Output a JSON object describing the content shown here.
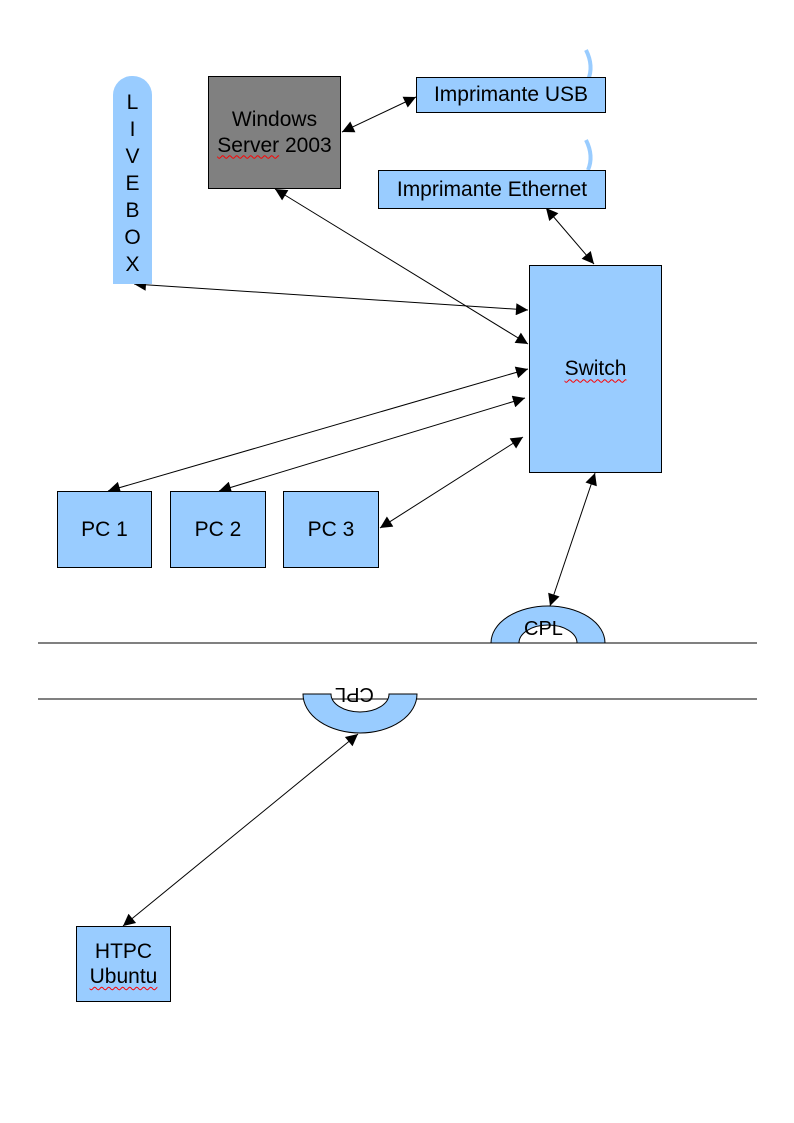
{
  "diagram": {
    "title": "",
    "nodes": {
      "livebox": {
        "label": "LIVEBOX",
        "shape": "rounded-vertical-bar",
        "color": "#99ccff"
      },
      "windows_server": {
        "line1": "Windows",
        "line2": "Server 2003",
        "color": "#808080"
      },
      "printer_usb": {
        "label": "Imprimante USB",
        "color": "#99ccff"
      },
      "printer_ethernet": {
        "label": "Imprimante Ethernet",
        "color": "#99ccff"
      },
      "switch": {
        "label": "Switch",
        "color": "#99ccff"
      },
      "pc1": {
        "label": "PC 1",
        "color": "#99ccff"
      },
      "pc2": {
        "label": "PC 2",
        "color": "#99ccff"
      },
      "pc3": {
        "label": "PC 3",
        "color": "#99ccff"
      },
      "cpl_top": {
        "label": "CPL",
        "color": "#99ccff"
      },
      "cpl_bottom": {
        "label": "CPL",
        "color": "#99ccff",
        "orientation": "upside-down"
      },
      "htpc": {
        "line1": "HTPC",
        "line2": "Ubuntu",
        "color": "#99ccff"
      }
    },
    "connections": [
      {
        "from": "windows_server",
        "to": "printer_usb",
        "type": "bidirectional"
      },
      {
        "from": "printer_ethernet",
        "to": "switch",
        "type": "bidirectional"
      },
      {
        "from": "livebox",
        "to": "switch",
        "type": "bidirectional"
      },
      {
        "from": "windows_server",
        "to": "switch",
        "type": "bidirectional"
      },
      {
        "from": "pc1",
        "to": "switch",
        "type": "bidirectional"
      },
      {
        "from": "pc2",
        "to": "switch",
        "type": "bidirectional"
      },
      {
        "from": "pc3",
        "to": "switch",
        "type": "bidirectional"
      },
      {
        "from": "switch",
        "to": "cpl_top",
        "type": "bidirectional"
      },
      {
        "from": "cpl_bottom",
        "to": "htpc",
        "type": "bidirectional"
      }
    ],
    "separator_lines": 2,
    "colors": {
      "node_fill": "#99ccff",
      "server_fill": "#808080",
      "line": "#000000",
      "spell_underline": "#ff0000"
    }
  }
}
